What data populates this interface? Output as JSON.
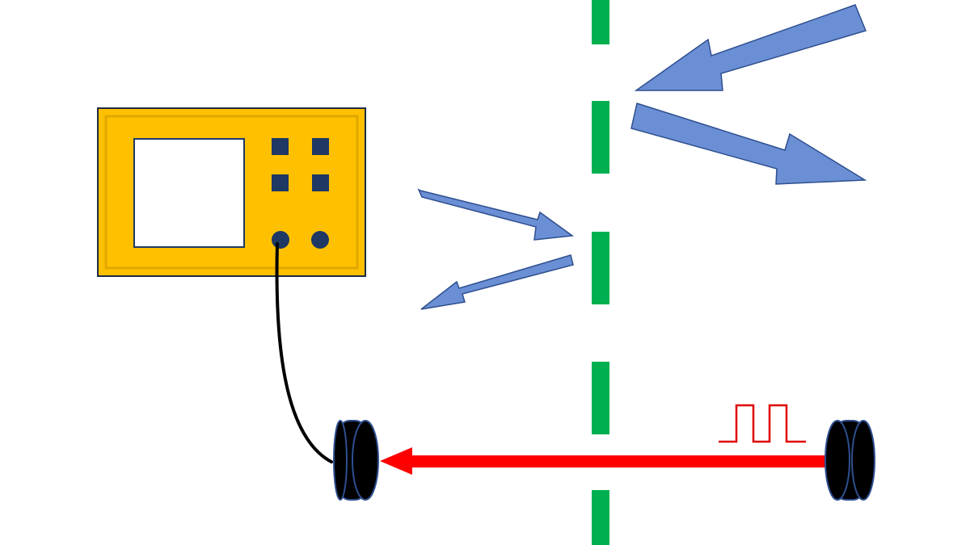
{
  "diagram": {
    "description_labels": [],
    "colors": {
      "background": "#ffffff",
      "oscilloscope_body": "#ffc000",
      "oscilloscope_outline": "#1f2a44",
      "screen": "#ffffff",
      "buttons": "#1f3864",
      "probe_cable": "#000000",
      "boundary_line": "#00b050",
      "wave_arrows": "#6a8fd4",
      "wave_arrow_outline": "#2f4f8f",
      "signal_arrow": "#ff0000",
      "pulse": "#e00000",
      "transducer": "#000000",
      "transducer_outline": "#2f4f8f"
    },
    "components": [
      {
        "name": "oscilloscope",
        "icon": "oscilloscope-icon"
      },
      {
        "name": "boundary",
        "icon": "dashed-line"
      },
      {
        "name": "incident-and-reflected-waves",
        "icon": "arrow-icon"
      },
      {
        "name": "receiver-transducer",
        "icon": "transducer-icon"
      },
      {
        "name": "transmitter-transducer",
        "icon": "transducer-icon"
      },
      {
        "name": "pulse-signal",
        "icon": "square-pulse-icon"
      }
    ]
  }
}
